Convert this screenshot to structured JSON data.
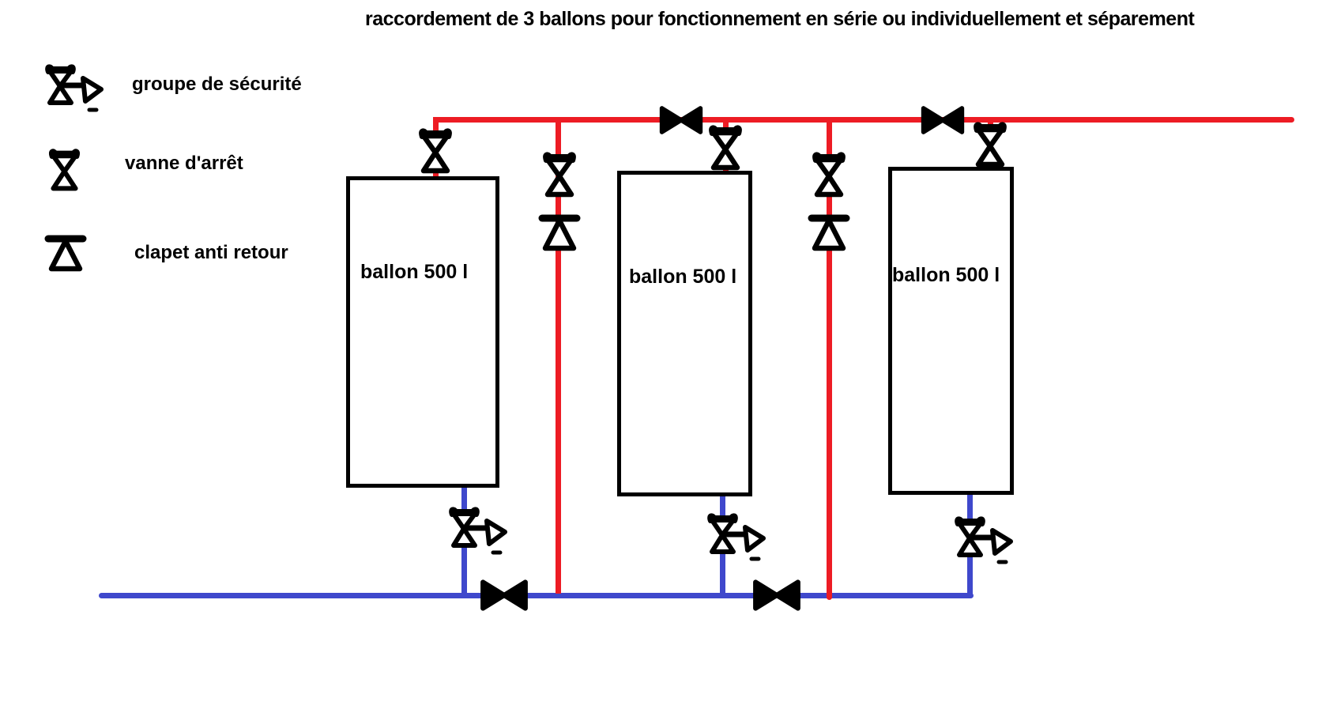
{
  "title": "raccordement de 3 ballons pour fonctionnement en série ou individuellement et séparement",
  "colors": {
    "hot_pipe": "#ed1c24",
    "cold_pipe": "#3f48cc",
    "symbol_ink": "#000000",
    "background": "#ffffff"
  },
  "legend": {
    "items": [
      {
        "icon": "groupe-de-securite-icon",
        "label": "groupe de sécurité"
      },
      {
        "icon": "vanne-darret-icon",
        "label": "vanne d'arrêt"
      },
      {
        "icon": "clapet-anti-retour-icon",
        "label": "clapet anti retour"
      }
    ]
  },
  "tanks": [
    {
      "label": "ballon 500 l"
    },
    {
      "label": "ballon 500 l"
    },
    {
      "label": "ballon 500 l"
    }
  ],
  "icons": {
    "vanne-darret": "hourglass valve (bar + two hollow triangles)",
    "clapet-anti-retour": "check valve (top bar + hollow up triangle)",
    "groupe-de-securite": "hourglass valve + side drain funnel",
    "bowtie-valve": "horizontal bowtie shut-off valve"
  }
}
